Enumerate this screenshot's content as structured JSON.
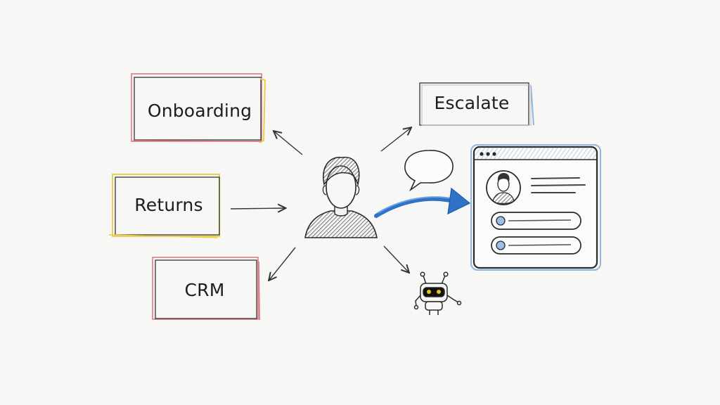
{
  "topics": {
    "onboarding": "Onboarding",
    "returns": "Returns",
    "crm": "CRM",
    "escalate": "Escalate"
  },
  "colors": {
    "background": "#f7f7f6",
    "ink": "#2a2a2a",
    "accent_blue": "#3b7fd0",
    "box_pink": "#e07a86",
    "box_yellow": "#e8d24a",
    "box_blue": "#8fb7e0",
    "robot_eyes": "#e6c51a"
  },
  "icons": {
    "person": "person-icon",
    "speech_bubble": "speech-bubble-icon",
    "bot": "robot-icon",
    "window": "chat-window-icon"
  }
}
